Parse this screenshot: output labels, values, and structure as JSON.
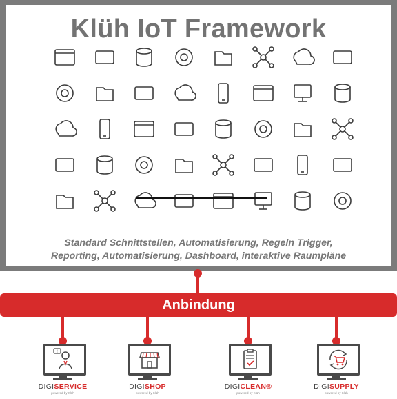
{
  "header": {
    "title": "Klüh IoT Framework"
  },
  "icons": [
    "network-hub-icon",
    "api-window-icon",
    "cloud-device-icon",
    "warning-window-icon",
    "cloud-gear-icon",
    "wrench-network-icon",
    "cursor-circle-icon",
    "api-cloud-icon",
    "monitor-code-icon",
    "hierarchy-icon",
    "api-folder-icon",
    "laptop-lock-icon",
    "microchip-icon",
    "folder-cursor-icon",
    "code-window-icon",
    "chip-board-icon",
    "cloud-window-icon",
    "phone-sync-icon",
    "folder-stack-icon",
    "api-gear-icon",
    "network-window-icon",
    "search-code-icon",
    "cloud-download-icon",
    "gear-network-icon",
    "api-network-icon",
    "dashboard-window-icon",
    "laptop-cursor-icon",
    "window-chart-icon",
    "hand-phone-icon",
    "api-monitor-icon",
    "database-icon",
    "api-server-icon",
    "star-gear-icon",
    "phone-robot-icon",
    "cloud-tree-icon",
    "api-maze-icon",
    "monitor-network-icon",
    "gear-window-icon",
    "printer-device-icon",
    "cursor-window-icon"
  ],
  "caption": {
    "line1": "Standard Schnittstellen, Automatisierung, Regeln Trigger,",
    "line2": "Reporting, Automatisierung, Dashboard, interaktive Raumpläne"
  },
  "connection_bar": {
    "label": "Anbindung"
  },
  "modules": [
    {
      "prefix": "DIGI",
      "suffix": "SERVICE",
      "powered": "powered by Klüh",
      "icon": "person-service-icon"
    },
    {
      "prefix": "DIGI",
      "suffix": "SHOP",
      "powered": "powered by Klüh",
      "icon": "storefront-icon"
    },
    {
      "prefix": "DIGI",
      "suffix": "CLEAN",
      "mark": "®",
      "powered": "powered by Klüh",
      "icon": "clipboard-check-icon"
    },
    {
      "prefix": "DIGI",
      "suffix": "SUPPLY",
      "powered": "powered by Klüh",
      "icon": "cart-cycle-icon"
    }
  ],
  "colors": {
    "accent": "#d72b2b",
    "frame": "#7b7b7b",
    "title": "#737373",
    "caption": "#777777"
  }
}
